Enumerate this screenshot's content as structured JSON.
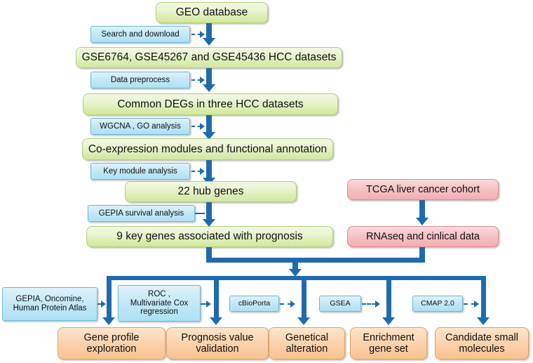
{
  "diagram": {
    "title": "HCC bioinformatics analysis workflow",
    "colors": {
      "green_fill": "#e3f0c0",
      "blue_fill": "#bfe6f7",
      "pink_fill": "#f5bcc0",
      "orange_fill": "#fad2ab",
      "arrow": "#1f6bb0"
    }
  },
  "main_flow": {
    "step1": "GEO database",
    "step2": "GSE6764, GSE45267 and GSE45436 HCC datasets",
    "step3": "Common DEGs in three HCC datasets",
    "step4": "Co-expression modules and functional annotation",
    "step5": "22 hub genes",
    "step6": "9 key genes associated with  prognosis"
  },
  "methods": {
    "m1": "Search and download",
    "m2": "Data preprocess",
    "m3": "WGCNA , GO analysis",
    "m4": "Key module analysis",
    "m5": "GEPIA survival analysis"
  },
  "tcga_flow": {
    "step1": "TCGA liver cancer cohort",
    "step2": "RNAseq and cinlical data"
  },
  "bottom_tools": [
    "GEPIA, Oncomine,\nHuman Protein Atlas",
    "ROC ,\nMultivariate  Cox\nregression",
    "cBioPorta",
    "GSEA",
    "CMAP 2.0"
  ],
  "bottom_outcomes": [
    "Gene profile\nexploration",
    "Prognosis value\nvalidation",
    "Genetical\nalteration",
    "Enrichment\ngene set",
    "Candidate small\nmolecules"
  ]
}
